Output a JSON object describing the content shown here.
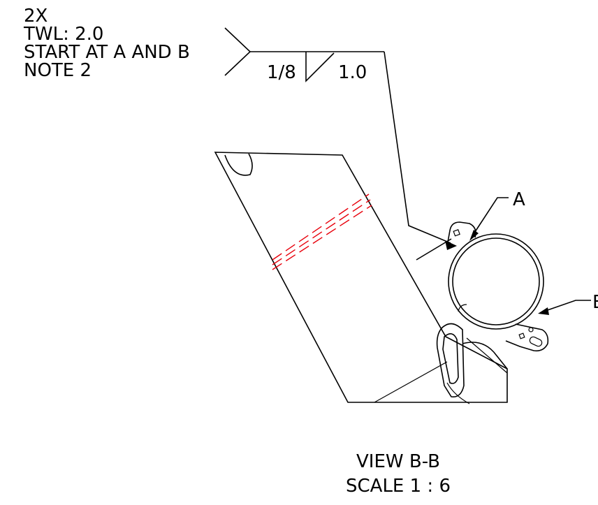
{
  "weld_note": {
    "lines": [
      "2X",
      "TWL: 2.0",
      "START AT A AND B",
      "NOTE 2"
    ],
    "size": "1/8",
    "length": "1.0"
  },
  "callouts": {
    "a": "A",
    "b": "B"
  },
  "view": {
    "title": "VIEW B-B",
    "scale": "SCALE 1 : 6"
  },
  "colors": {
    "line": "#000000",
    "hidden_line": "#e8000b"
  }
}
